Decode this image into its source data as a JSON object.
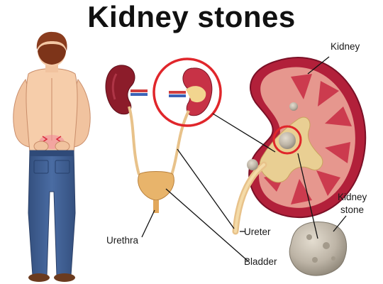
{
  "title": "Kidney stones",
  "labels": {
    "kidney": "Kidney",
    "kidney_stone_line1": "Kidney",
    "kidney_stone_line2": "stone",
    "ureter": "Ureter",
    "urethra": "Urethra",
    "bladder": "Bladder"
  },
  "colors": {
    "highlight_ring": "#e0262b",
    "kidney_outer": "#b52033",
    "kidney_inner": "#e8a39a",
    "pelvis": "#e8c98e",
    "stone": "#bdb4a6",
    "jeans": "#3f5f93",
    "skin": "#f4c9a6",
    "hair": "#8a3c1e"
  }
}
